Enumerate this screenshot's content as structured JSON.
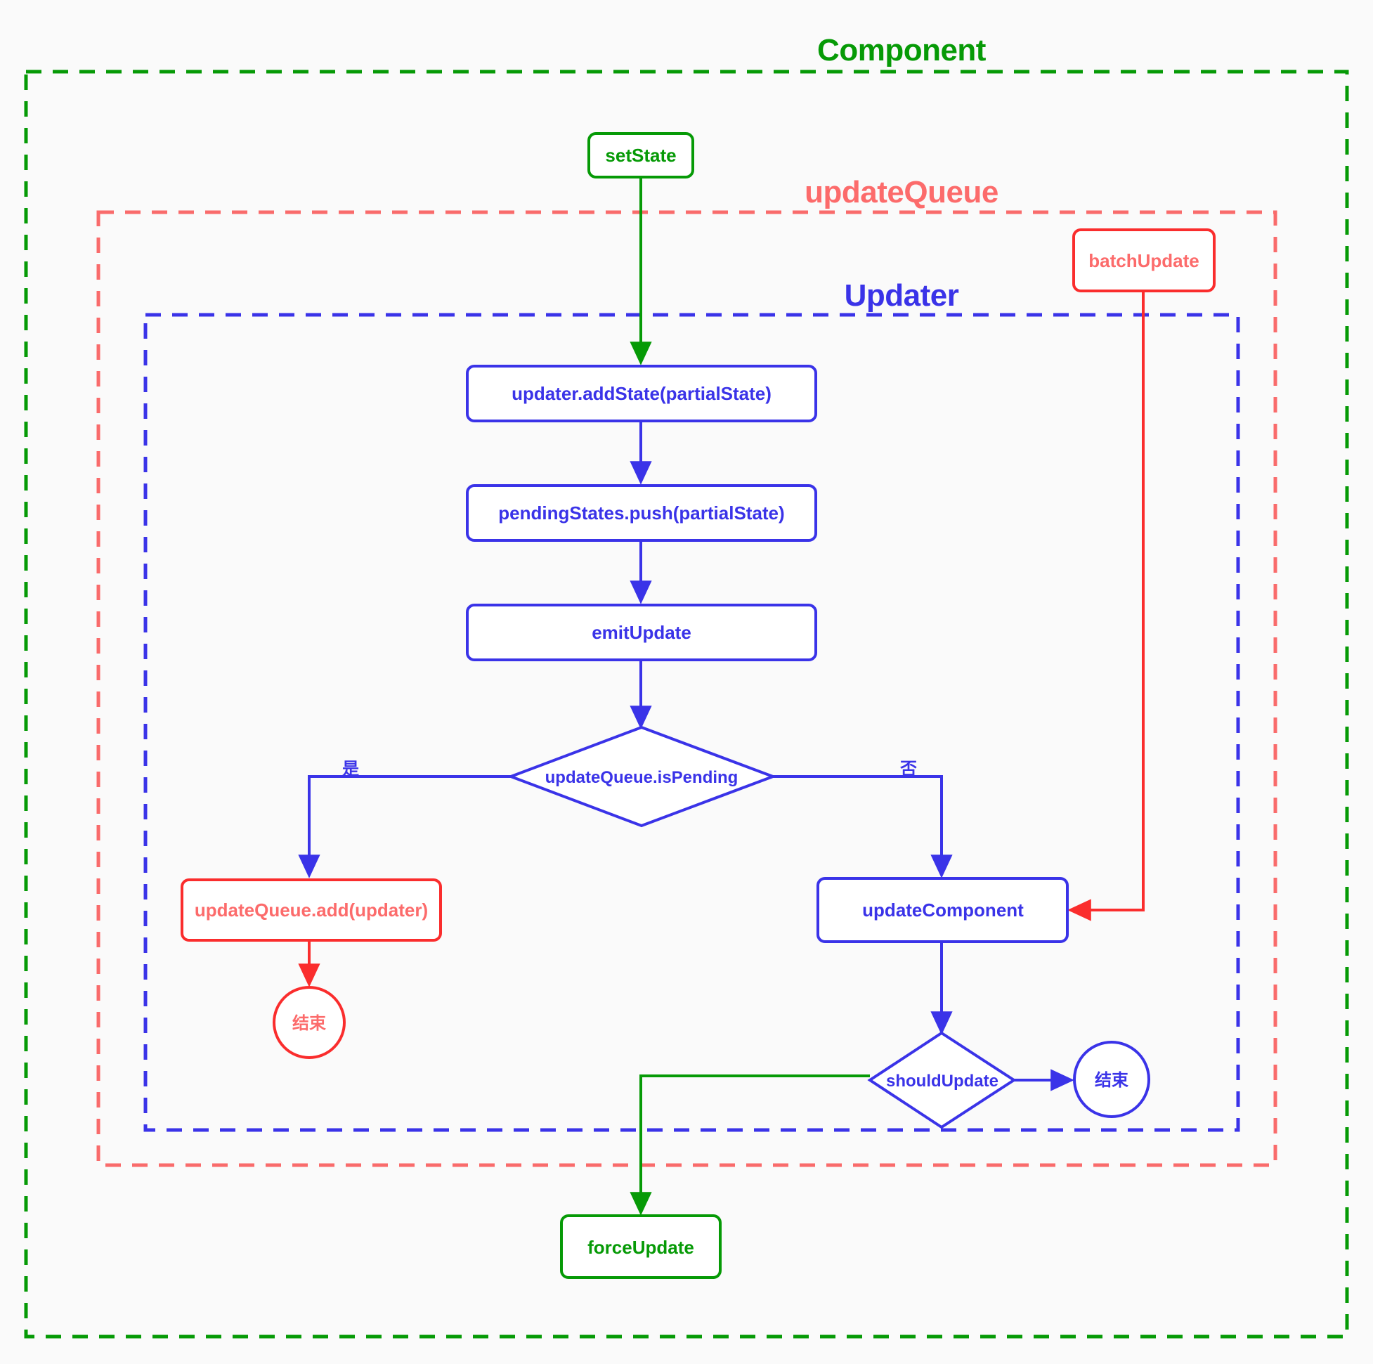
{
  "diagram": {
    "title_visible_groups": [
      "Component",
      "updateQueue",
      "Updater"
    ],
    "colors": {
      "green": "#069a06",
      "green_text": "#069a06",
      "red_border": "#fa2d2d",
      "red_text": "#fc6b6b",
      "red_dash": "#f96b6b",
      "blue": "#3a33e8",
      "background": "#fafafa",
      "node_fill": "#ffffff"
    },
    "groups": [
      {
        "id": "component",
        "label": "Component",
        "color": "#069a06"
      },
      {
        "id": "updatequeue",
        "label": "updateQueue",
        "color": "#fc6b6b"
      },
      {
        "id": "updater",
        "label": "Updater",
        "color": "#3a33e8"
      }
    ],
    "nodes": [
      {
        "id": "setState",
        "label": "setState",
        "shape": "rounded-rect",
        "color": "green"
      },
      {
        "id": "batchUpdate",
        "label": "batchUpdate",
        "shape": "rounded-rect",
        "color": "red"
      },
      {
        "id": "addState",
        "label": "updater.addState(partialState)",
        "shape": "rounded-rect",
        "color": "blue"
      },
      {
        "id": "pendingPush",
        "label": "pendingStates.push(partialState)",
        "shape": "rounded-rect",
        "color": "blue"
      },
      {
        "id": "emitUpdate",
        "label": "emitUpdate",
        "shape": "rounded-rect",
        "color": "blue"
      },
      {
        "id": "isPending",
        "label": "updateQueue.isPending",
        "shape": "diamond",
        "color": "blue"
      },
      {
        "id": "queueAdd",
        "label": "updateQueue.add(updater)",
        "shape": "rounded-rect",
        "color": "red"
      },
      {
        "id": "endLeft",
        "label": "结束",
        "shape": "circle",
        "color": "red"
      },
      {
        "id": "updateComponent",
        "label": "updateComponent",
        "shape": "rounded-rect",
        "color": "blue"
      },
      {
        "id": "shouldUpdate",
        "label": "shouldUpdate",
        "shape": "diamond",
        "color": "blue"
      },
      {
        "id": "endRight",
        "label": "结束",
        "shape": "circle",
        "color": "blue"
      },
      {
        "id": "forceUpdate",
        "label": "forceUpdate",
        "shape": "rounded-rect",
        "color": "green"
      }
    ],
    "edges": [
      {
        "from": "setState",
        "to": "addState",
        "label": "",
        "color": "green"
      },
      {
        "from": "addState",
        "to": "pendingPush",
        "label": "",
        "color": "blue"
      },
      {
        "from": "pendingPush",
        "to": "emitUpdate",
        "label": "",
        "color": "blue"
      },
      {
        "from": "emitUpdate",
        "to": "isPending",
        "label": "",
        "color": "blue"
      },
      {
        "from": "isPending",
        "to": "queueAdd",
        "label": "是",
        "color": "blue"
      },
      {
        "from": "isPending",
        "to": "updateComponent",
        "label": "否",
        "color": "blue"
      },
      {
        "from": "queueAdd",
        "to": "endLeft",
        "label": "",
        "color": "red"
      },
      {
        "from": "batchUpdate",
        "to": "updateComponent",
        "label": "",
        "color": "red"
      },
      {
        "from": "updateComponent",
        "to": "shouldUpdate",
        "label": "",
        "color": "blue"
      },
      {
        "from": "shouldUpdate",
        "to": "endRight",
        "label": "",
        "color": "blue"
      },
      {
        "from": "shouldUpdate",
        "to": "forceUpdate",
        "label": "",
        "color": "green"
      }
    ],
    "edge_labels": {
      "yes": "是",
      "no": "否"
    }
  }
}
